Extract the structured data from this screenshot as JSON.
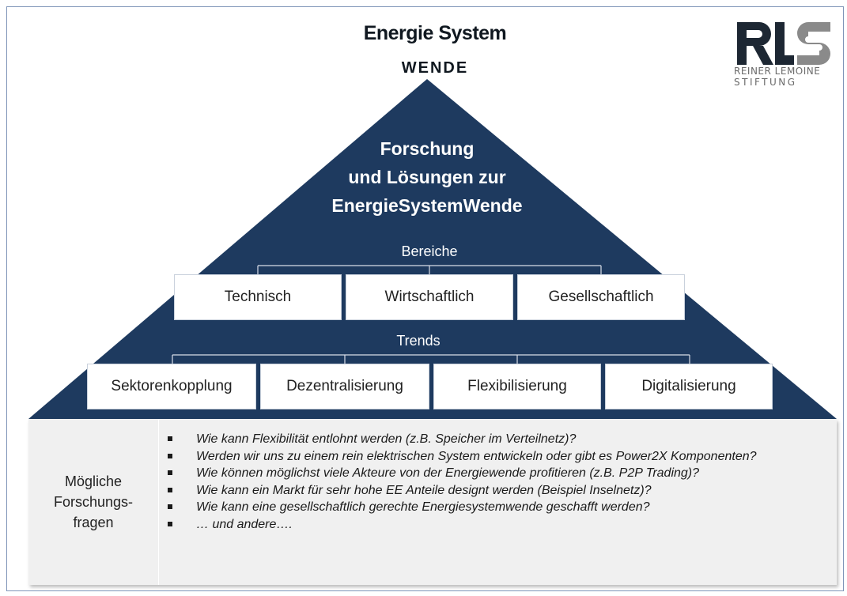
{
  "header": {
    "title_line1": "Energie System",
    "title_line2": "WENDE"
  },
  "logo": {
    "mark": "RLS",
    "line1": "REINER LEMOINE",
    "line2": "STIFTUNG"
  },
  "pyramid": {
    "headline": [
      "Forschung",
      "und Lösungen zur",
      "EnergieSystemWende"
    ],
    "bereiche_label": "Bereiche",
    "bereiche": [
      "Technisch",
      "Wirtschaftlich",
      "Gesellschaftlich"
    ],
    "trends_label": "Trends",
    "trends": [
      "Sektorenkopplung",
      "Dezentralisierung",
      "Flexibilisierung",
      "Digitalisierung"
    ]
  },
  "questions_panel": {
    "label": [
      "Mögliche",
      "Forschungs-",
      "fragen"
    ],
    "items": [
      "Wie kann Flexibilität entlohnt werden (z.B. Speicher im Verteilnetz)?",
      "Werden wir uns zu einem rein elektrischen System entwickeln oder gibt es Power2X Komponenten?",
      "Wie können möglichst viele Akteure von der Energiewende profitieren (z.B. P2P Trading)?",
      "Wie kann ein Markt für sehr hohe EE Anteile designt werden (Beispiel Inselnetz)?",
      "Wie kann eine gesellschaftlich gerechte Energiesystemwende geschafft werden?",
      "… und andere…."
    ]
  },
  "colors": {
    "pyramid": "#1e3a5f",
    "panel": "#f0f0f0",
    "logo_dark": "#1d2733",
    "logo_grey": "#8a8a8a"
  }
}
